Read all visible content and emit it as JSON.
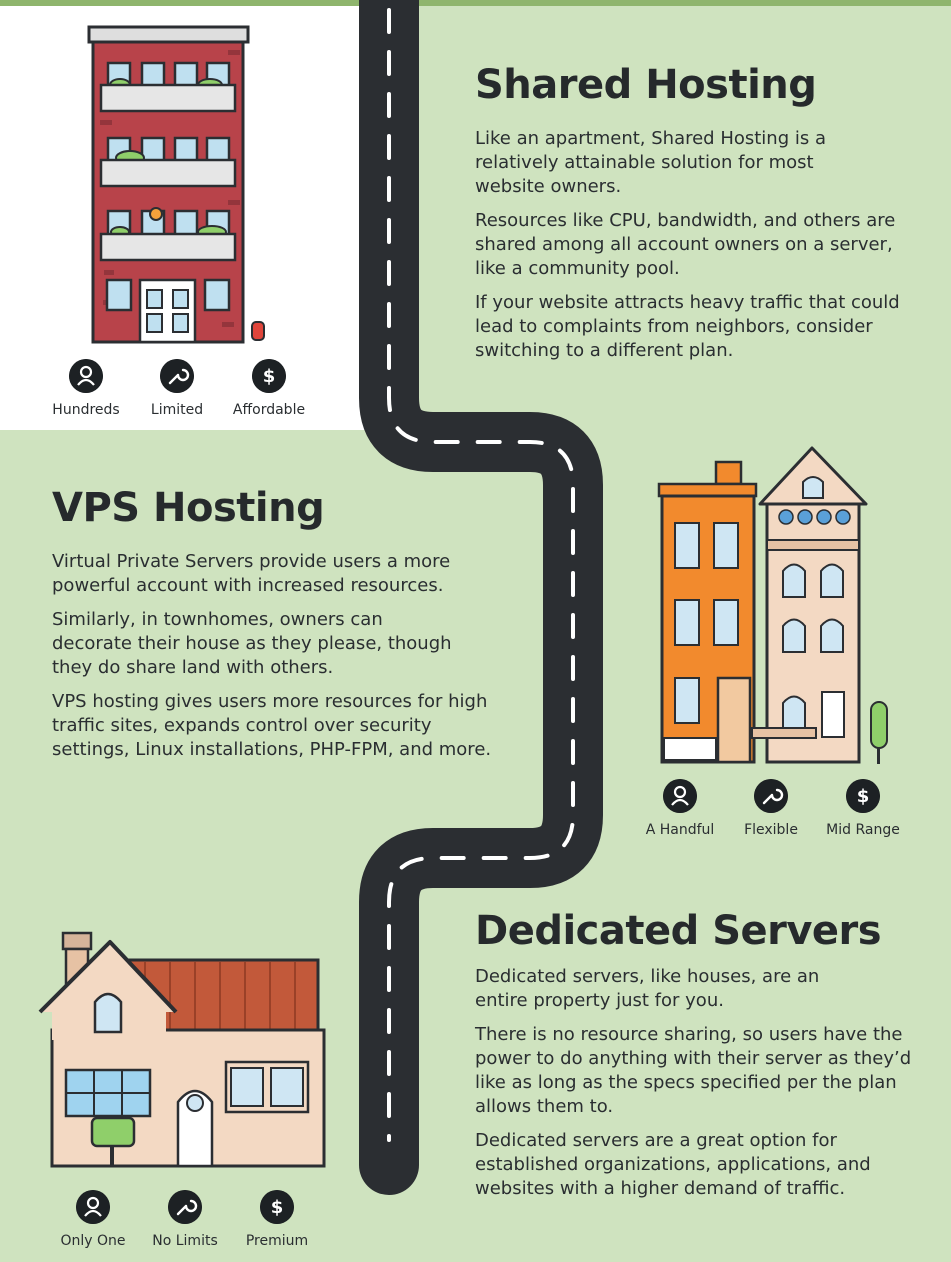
{
  "colors": {
    "background": "#cfe3bf",
    "road": "#2b2e32",
    "road_dash": "#ffffff",
    "icon": "#1d2124",
    "apartment_brick": "#b8434a",
    "townhouse_orange": "#f28a2d",
    "house_roof": "#c2593a"
  },
  "sections": [
    {
      "title": "Shared Hosting",
      "paragraphs": [
        "Like an apartment, Shared Hosting is a relatively attainable solution for most website owners.",
        "Resources like CPU, bandwidth, and others are shared among all account owners on a server, like a community pool.",
        "If your website attracts heavy traffic that could lead to complaints from neighbors, consider switching to a different plan."
      ],
      "stats": [
        {
          "icon": "user-icon",
          "label": "Hundreds"
        },
        {
          "icon": "wrench-icon",
          "label": "Limited"
        },
        {
          "icon": "dollar-icon",
          "label": "Affordable"
        }
      ]
    },
    {
      "title": "VPS Hosting",
      "paragraphs": [
        "Virtual Private Servers provide users a more powerful account with increased resources.",
        "Similarly, in townhomes, owners can decorate their house as they please, though they do share land with others.",
        "VPS hosting gives users more resources for high traffic sites, expands control over security settings, Linux installations, PHP-FPM, and more."
      ],
      "stats": [
        {
          "icon": "user-icon",
          "label": "A Handful"
        },
        {
          "icon": "wrench-icon",
          "label": "Flexible"
        },
        {
          "icon": "dollar-icon",
          "label": "Mid Range"
        }
      ]
    },
    {
      "title": "Dedicated Servers",
      "paragraphs": [
        "Dedicated servers, like houses, are an entire property just for you.",
        "There is no resource sharing, so users have the power to do anything with their server as they’d like as long as the specs specified per the plan allows them to.",
        "Dedicated servers are a great option for established organizations, applications, and websites with a higher demand of traffic."
      ],
      "stats": [
        {
          "icon": "user-icon",
          "label": "Only One"
        },
        {
          "icon": "wrench-icon",
          "label": "No Limits"
        },
        {
          "icon": "dollar-icon",
          "label": "Premium"
        }
      ]
    }
  ]
}
